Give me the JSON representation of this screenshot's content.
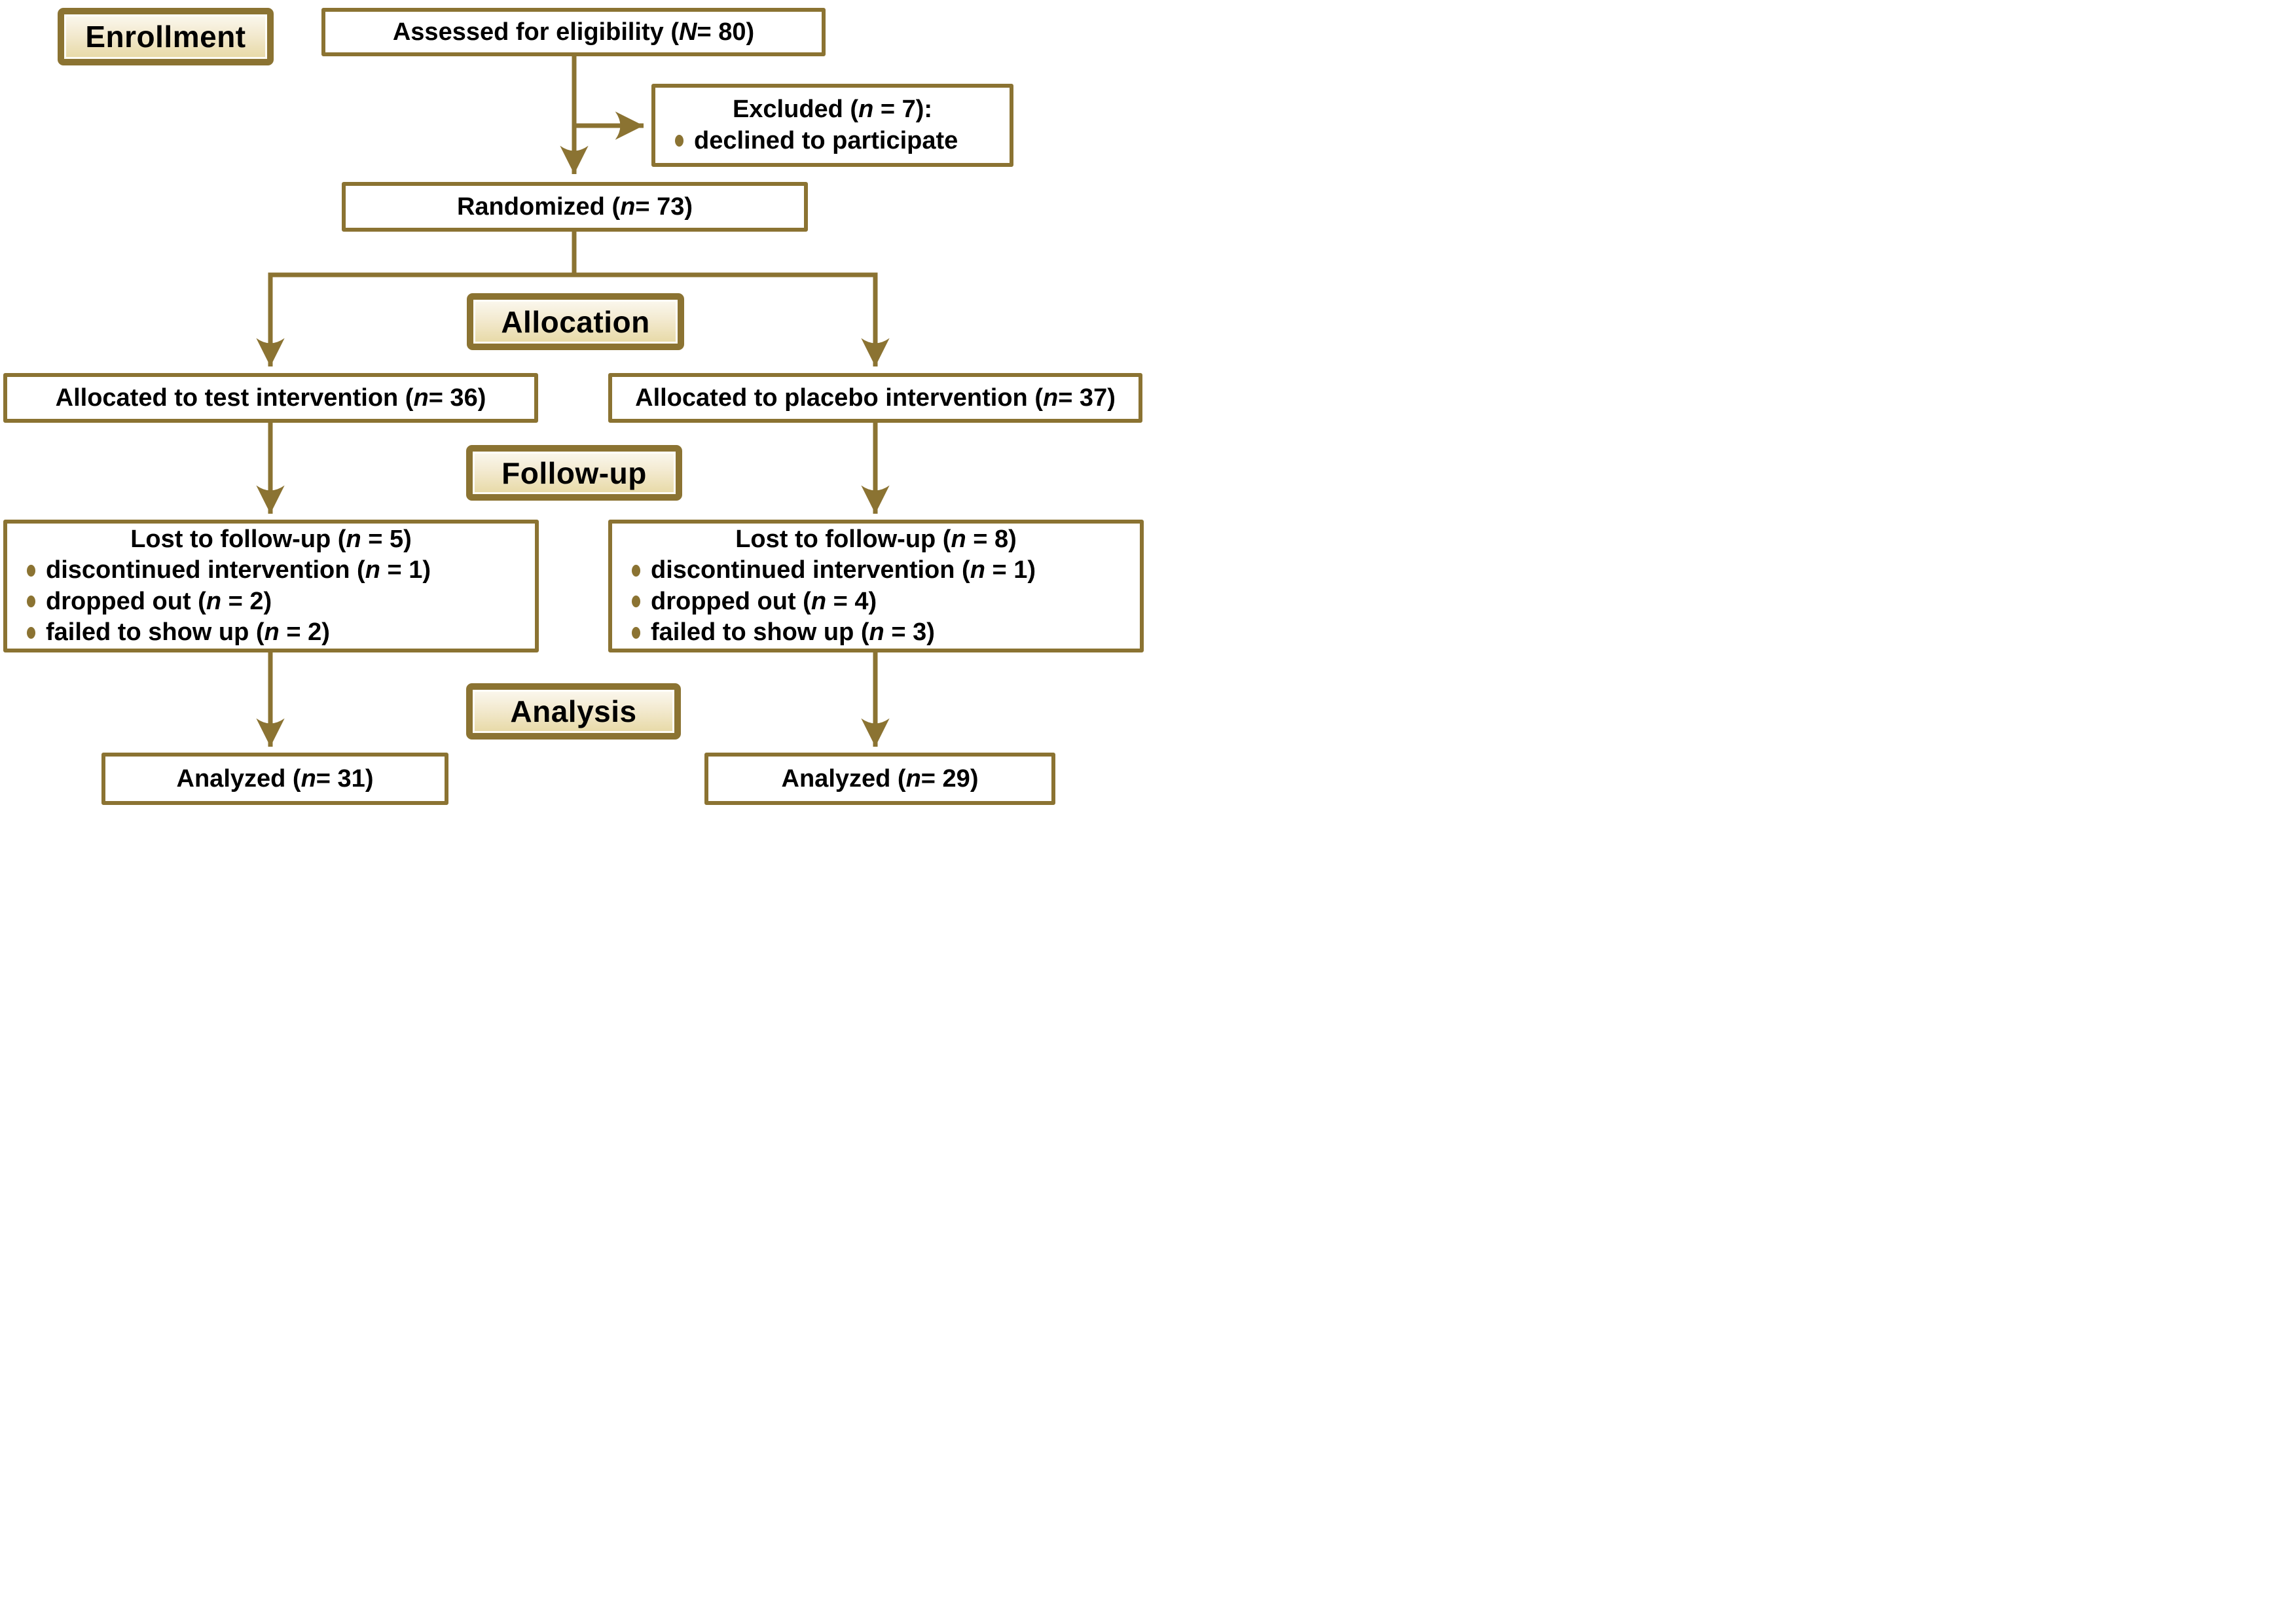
{
  "palette": {
    "brown": "#8b7332",
    "gradient_top": "#fbf8ef",
    "gradient_mid": "#f3ead0",
    "gradient_bottom": "#e7d9a5",
    "text": "#000000",
    "background": "#ffffff"
  },
  "stages": {
    "enrollment": "Enrollment",
    "allocation": "Allocation",
    "followup": "Follow-up",
    "analysis": "Analysis"
  },
  "counts": {
    "assessed": 80,
    "excluded": 7,
    "randomized": 73,
    "allocated_test": 36,
    "allocated_placebo": 37,
    "lost_test": 5,
    "lost_placebo": 8,
    "analyzed_test": 31,
    "analyzed_placebo": 29
  },
  "boxes": {
    "assessed": {
      "pre": "Assessed for eligibility (",
      "nvar": "N",
      "post": " = 80)"
    },
    "excluded": {
      "title": {
        "pre": "Excluded (",
        "nvar": "n",
        "post": " = 7):"
      },
      "items": [
        {
          "pre": "declined to participate",
          "nvar": "",
          "post": ""
        }
      ]
    },
    "randomized": {
      "pre": "Randomized (",
      "nvar": "n",
      "post": " = 73)"
    },
    "allocated_test": {
      "pre": "Allocated to test intervention (",
      "nvar": "n",
      "post": " = 36)"
    },
    "allocated_placebo": {
      "pre": "Allocated to placebo intervention (",
      "nvar": "n",
      "post": " = 37)"
    },
    "lost_test": {
      "title": {
        "pre": "Lost to follow-up (",
        "nvar": "n",
        "post": " = 5)"
      },
      "items": [
        {
          "pre": "discontinued intervention (",
          "nvar": "n",
          "post": " = 1)"
        },
        {
          "pre": "dropped out (",
          "nvar": "n",
          "post": " = 2)"
        },
        {
          "pre": "failed to show up (",
          "nvar": "n",
          "post": " = 2)"
        }
      ]
    },
    "lost_placebo": {
      "title": {
        "pre": "Lost to follow-up (",
        "nvar": "n",
        "post": " = 8)"
      },
      "items": [
        {
          "pre": "discontinued intervention (",
          "nvar": "n",
          "post": " = 1)"
        },
        {
          "pre": "dropped out (",
          "nvar": "n",
          "post": " = 4)"
        },
        {
          "pre": "failed to show up (",
          "nvar": "n",
          "post": " = 3)"
        }
      ]
    },
    "analyzed_test": {
      "pre": "Analyzed (",
      "nvar": "n",
      "post": " = 31)"
    },
    "analyzed_placebo": {
      "pre": "Analyzed (",
      "nvar": "n",
      "post": " = 29)"
    }
  }
}
